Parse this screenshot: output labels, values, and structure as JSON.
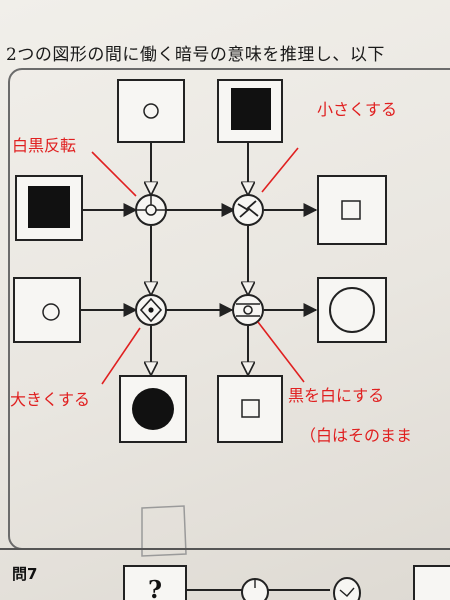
{
  "header": {
    "text": "2つの図形の間に働く暗号の意味を推理し、以下"
  },
  "annotations": {
    "invert": "白黒反転",
    "shrink": "小さくする",
    "enlarge": "大きくする",
    "black_to_white": "黒を白にする",
    "white_keep": "（白はそのまま"
  },
  "next_question": {
    "label": "問7",
    "mark": "?"
  },
  "colors": {
    "annotation": "#e02020",
    "ink": "#111111"
  }
}
